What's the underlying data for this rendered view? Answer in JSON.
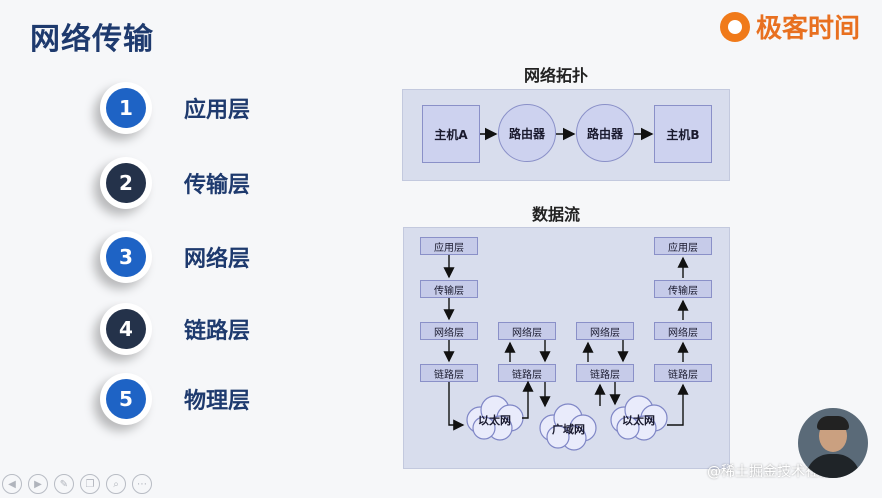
{
  "title": "网络传输",
  "brand": {
    "name": "极客时间"
  },
  "layers": [
    {
      "num": "1",
      "label": "应用层"
    },
    {
      "num": "2",
      "label": "传输层"
    },
    {
      "num": "3",
      "label": "网络层"
    },
    {
      "num": "4",
      "label": "链路层"
    },
    {
      "num": "5",
      "label": "物理层"
    }
  ],
  "topology": {
    "title": "网络拓扑",
    "nodes": [
      "主机A",
      "路由器",
      "路由器",
      "主机B"
    ]
  },
  "dataflow": {
    "title": "数据流",
    "host_a": [
      "应用层",
      "传输层",
      "网络层",
      "链路层"
    ],
    "router1": [
      "网络层",
      "链路层"
    ],
    "router2": [
      "网络层",
      "链路层"
    ],
    "host_b": [
      "应用层",
      "传输层",
      "网络层",
      "链路层"
    ],
    "clouds": [
      "以太网",
      "广域网",
      "以太网"
    ]
  },
  "watermark": "@稀土掘金技术社区",
  "colors": {
    "title": "#1e3a6e",
    "badge_blue": "#1e63c5",
    "badge_dark": "#24324a",
    "brand": "#e87020"
  }
}
